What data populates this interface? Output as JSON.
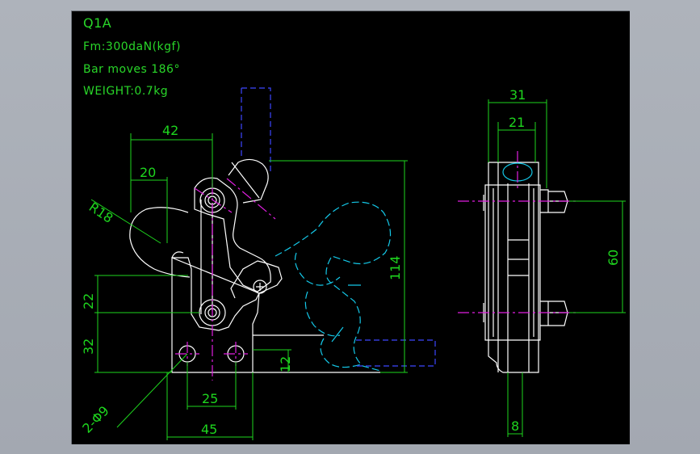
{
  "notes": {
    "title": "Q1A",
    "force": "Fm:300daN(kgf)",
    "bar": "Bar moves 186°",
    "weight": "WEIGHT:0.7kg"
  },
  "dimensions": {
    "d42": "42",
    "d20": "20",
    "r18": "R18",
    "d114": "114",
    "d22": "22",
    "d32": "32",
    "d12": "12",
    "d25": "25",
    "d45": "45",
    "holes": "2-Φ9",
    "d31": "31",
    "d21": "21",
    "d60": "60",
    "d8": "8"
  },
  "colors": {
    "background": "#000000",
    "dimension": "#1ed61e",
    "outline": "#ffffff",
    "open_position": "#14c8e8",
    "centerline": "#e01ee0",
    "handle_hidden": "#3c46ff"
  }
}
